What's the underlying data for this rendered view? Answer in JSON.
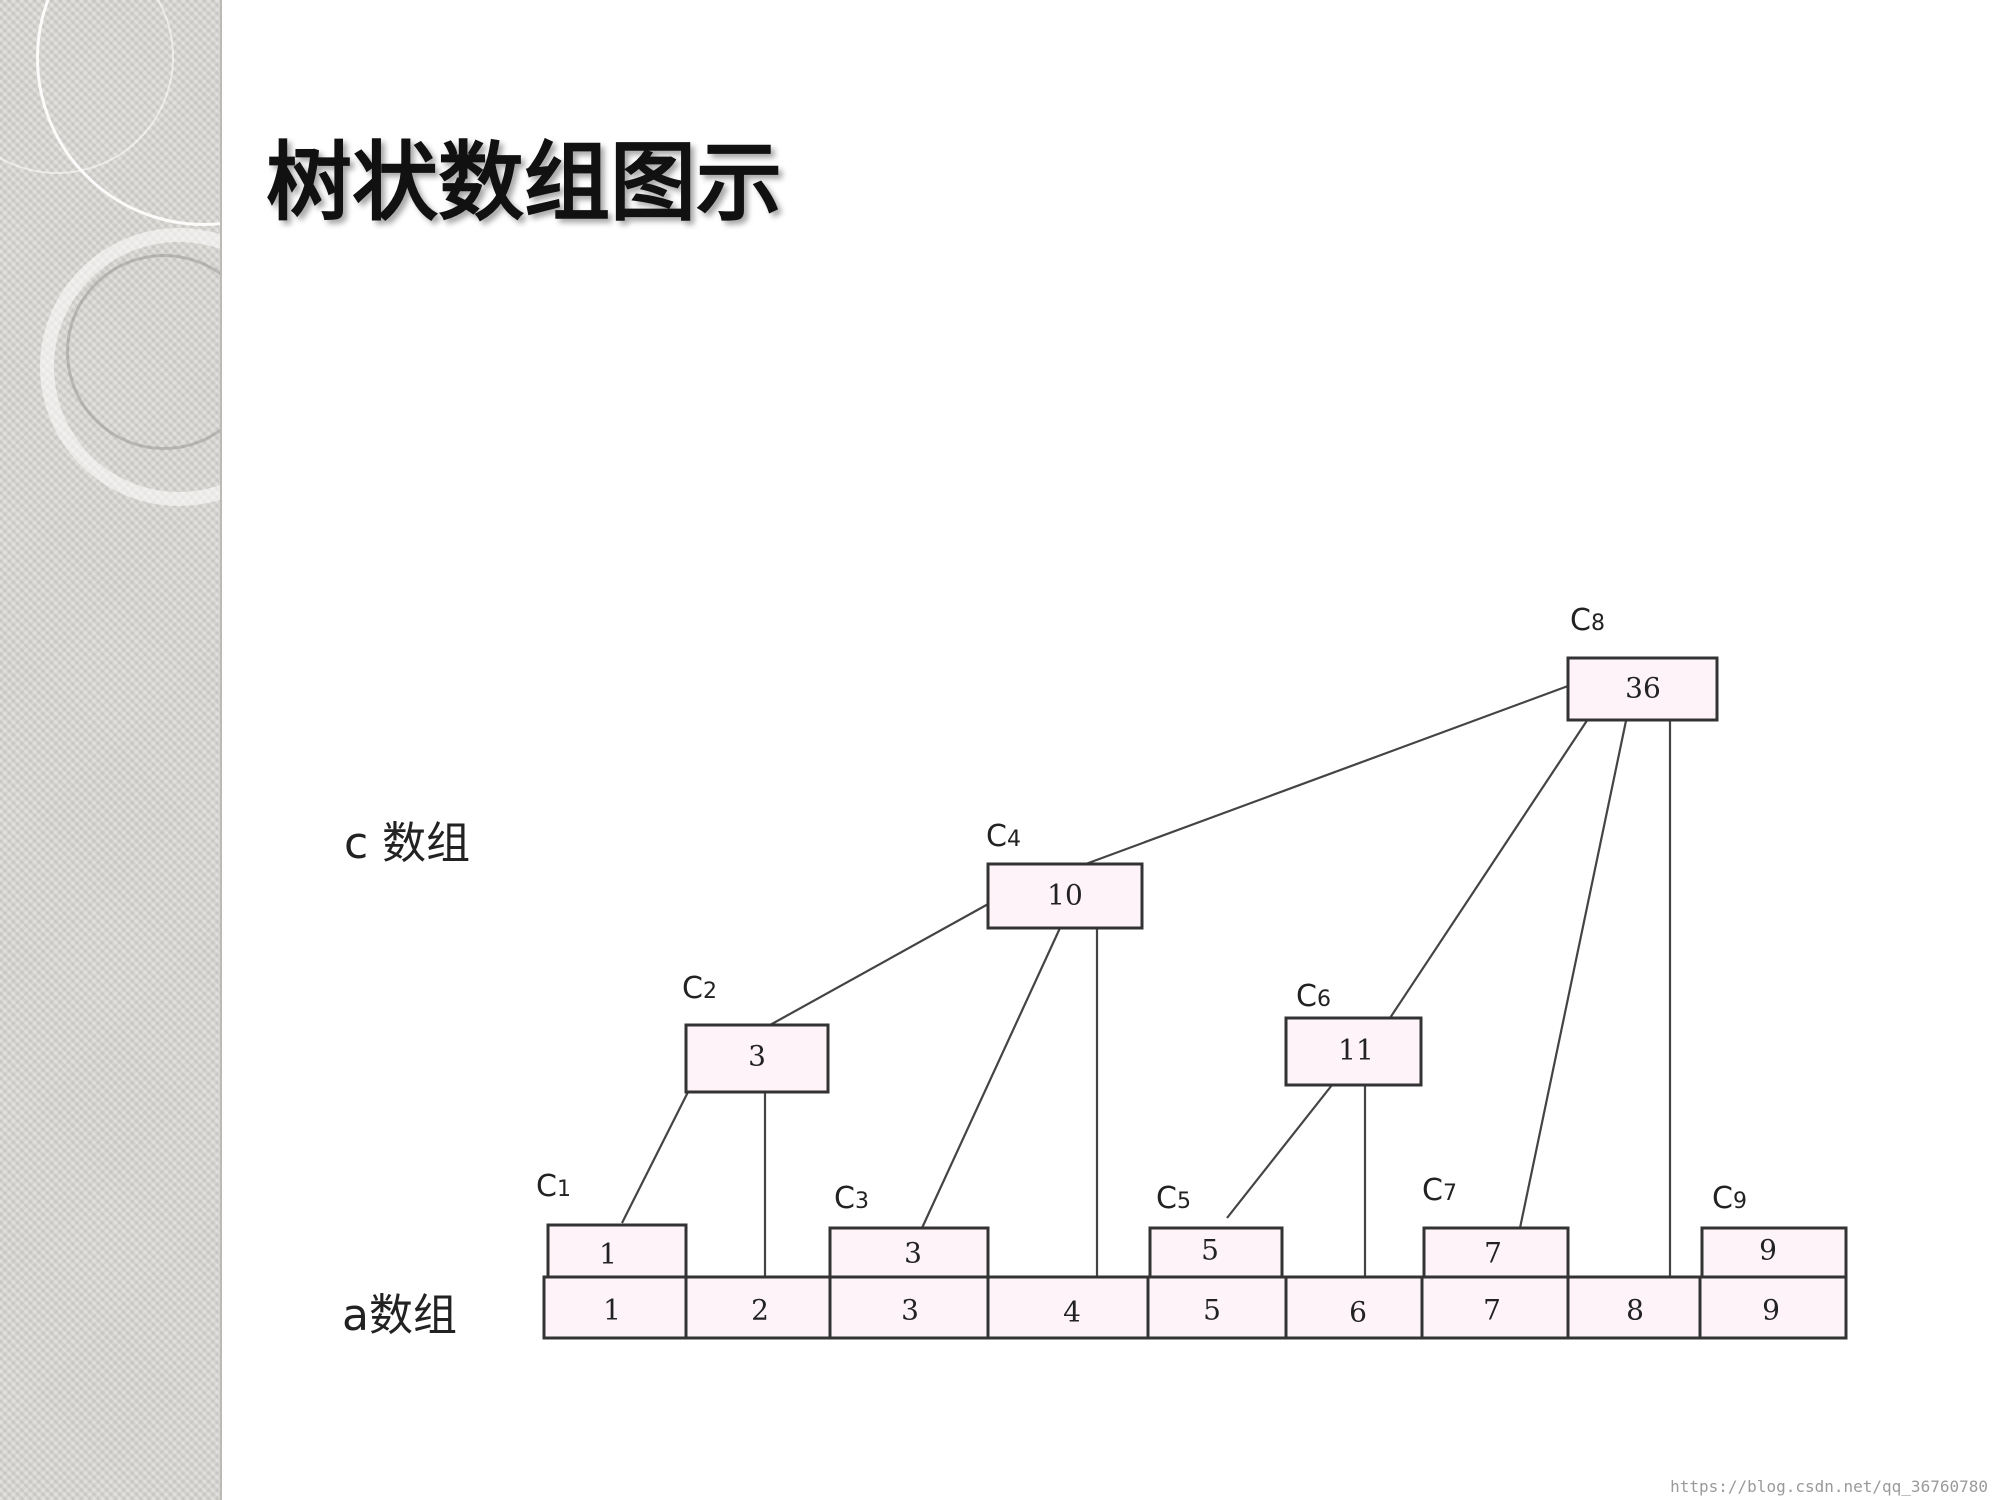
{
  "title": "树状数组图示",
  "row_labels": {
    "c_array": "c 数组",
    "a_array": "a数组"
  },
  "a_array": [
    "1",
    "2",
    "3",
    "4",
    "5",
    "6",
    "7",
    "8",
    "9"
  ],
  "c_nodes": [
    {
      "id": "c1",
      "label": "C",
      "index": "1",
      "value": "1"
    },
    {
      "id": "c2",
      "label": "C",
      "index": "2",
      "value": "3"
    },
    {
      "id": "c3",
      "label": "C",
      "index": "3",
      "value": "3"
    },
    {
      "id": "c4",
      "label": "C",
      "index": "4",
      "value": "10"
    },
    {
      "id": "c5",
      "label": "C",
      "index": "5",
      "value": "5"
    },
    {
      "id": "c6",
      "label": "C",
      "index": "6",
      "value": "11"
    },
    {
      "id": "c7",
      "label": "C",
      "index": "7",
      "value": "7"
    },
    {
      "id": "c8",
      "label": "C",
      "index": "8",
      "value": "36"
    },
    {
      "id": "c9",
      "label": "C",
      "index": "9",
      "value": "9"
    }
  ],
  "watermark": "https://blog.csdn.net/qq_36760780"
}
